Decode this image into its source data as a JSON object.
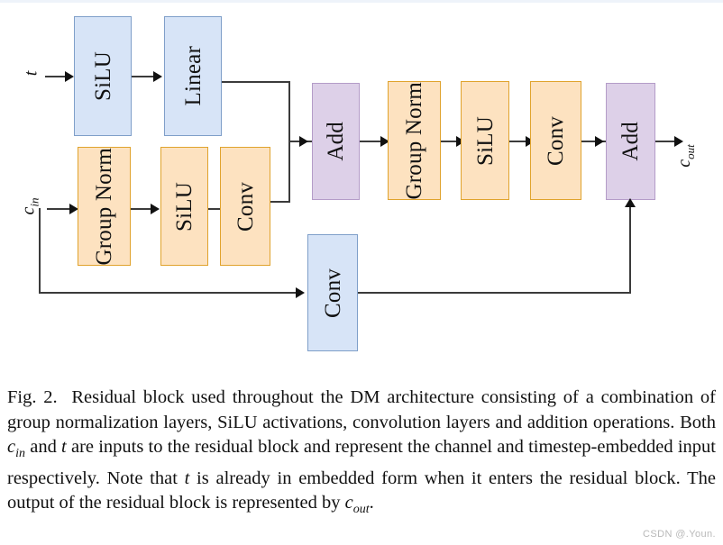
{
  "figure": {
    "inputs": [
      {
        "name": "t-input",
        "label": "t"
      },
      {
        "name": "c-in-input",
        "label_main": "c",
        "label_sub": "in"
      }
    ],
    "output": {
      "name": "c-out-output",
      "label_main": "c",
      "label_sub": "out"
    },
    "blocks": [
      {
        "id": "silu-top",
        "label": "SiLU",
        "color": "blue",
        "hex": "#d7e4f7"
      },
      {
        "id": "linear-top",
        "label": "Linear",
        "color": "blue",
        "hex": "#d7e4f7"
      },
      {
        "id": "groupnorm-left",
        "label": "Group Norm",
        "color": "orange",
        "hex": "#fde2c0"
      },
      {
        "id": "silu-left",
        "label": "SiLU",
        "color": "orange",
        "hex": "#fde2c0"
      },
      {
        "id": "conv-left",
        "label": "Conv",
        "color": "orange",
        "hex": "#fde2c0"
      },
      {
        "id": "add-first",
        "label": "Add",
        "color": "purple",
        "hex": "#ddd0e8"
      },
      {
        "id": "groupnorm-right",
        "label": "Group Norm",
        "color": "orange",
        "hex": "#fde2c0"
      },
      {
        "id": "silu-right",
        "label": "SiLU",
        "color": "orange",
        "hex": "#fde2c0"
      },
      {
        "id": "conv-right",
        "label": "Conv",
        "color": "orange",
        "hex": "#fde2c0"
      },
      {
        "id": "add-second",
        "label": "Add",
        "color": "purple",
        "hex": "#ddd0e8"
      },
      {
        "id": "conv-skip",
        "label": "Conv",
        "color": "blue",
        "hex": "#d7e4f7"
      }
    ],
    "colors": {
      "blue_fill": "#d7e4f7",
      "blue_border": "#7f9fc9",
      "orange_fill": "#fde2c0",
      "orange_border": "#e0a32d",
      "purple_fill": "#ddd0e8",
      "purple_border": "#b49cc8",
      "line": "#3b3b3b",
      "background": "#ffffff"
    }
  },
  "caption": {
    "figure_number": "Fig. 2.",
    "part1": "Residual block used throughout the DM architecture consisting of a combination of group normalization layers, SiLU activations, convolution layers and addition operations. Both ",
    "math1_main": "c",
    "math1_sub": "in",
    "part2": " and ",
    "math2": "t",
    "part3": " are inputs to the residual block and represent the channel and timestep-embedded input respectively. Note that ",
    "math3": "t",
    "part4": " is already in embedded form when it enters the residual block. The output of the residual block is represented by ",
    "math4_main": "c",
    "math4_sub": "out",
    "part5": "."
  },
  "watermark": {
    "text": "CSDN @.Youn."
  }
}
